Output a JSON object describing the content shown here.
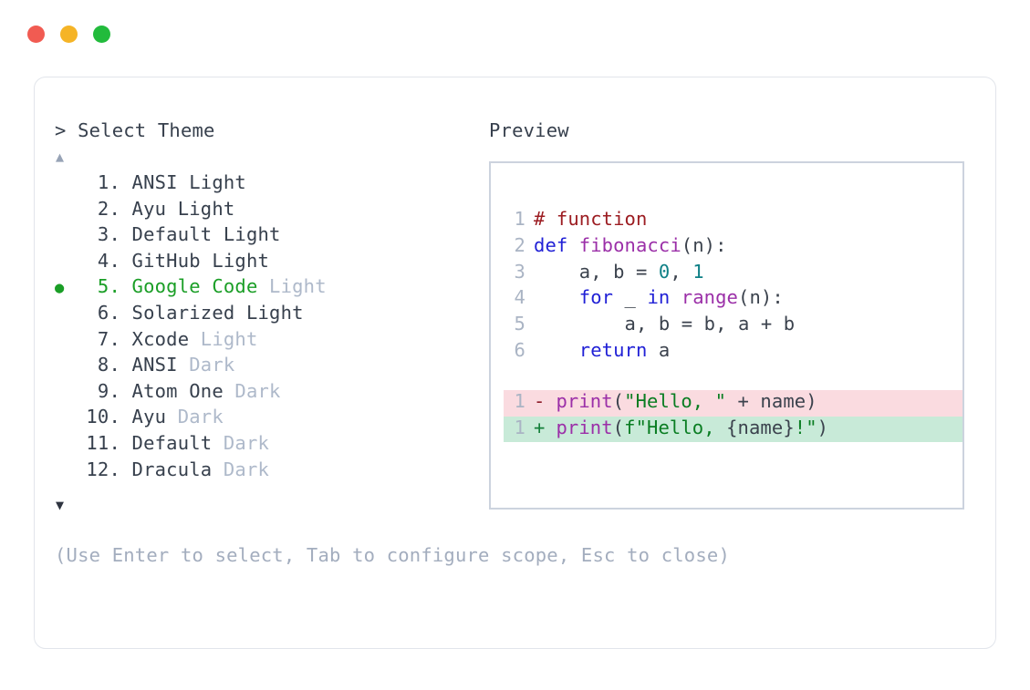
{
  "window": {
    "traffic_lights": [
      {
        "name": "close",
        "color": "#f15b52"
      },
      {
        "name": "minimize",
        "color": "#f5b427"
      },
      {
        "name": "maximize",
        "color": "#22bb3c"
      }
    ]
  },
  "colors": {
    "card_border": "#e2e5eb",
    "preview_border": "#ccd3de",
    "text": "#37404d",
    "muted": "#aeb9ca",
    "hint": "#a3adbe",
    "selected": "#1a9e26",
    "gutter": "#aab4c4",
    "diff_add_bg": "#c8ead8",
    "diff_del_bg": "#fadbe0",
    "comment": "#9c1d22",
    "keyword": "#2121d6",
    "function": "#9b2fa8",
    "number": "#0f8086",
    "string": "#0a7d22"
  },
  "selector": {
    "prompt": "> Select Theme",
    "scroll_up": "▲",
    "scroll_down": "▼",
    "bullet": "●",
    "selected_index": 5,
    "items": [
      {
        "number": "1.",
        "name": "ANSI",
        "suffix": "Light",
        "suffix_muted": false,
        "selected": false
      },
      {
        "number": "2.",
        "name": "Ayu",
        "suffix": "Light",
        "suffix_muted": false,
        "selected": false
      },
      {
        "number": "3.",
        "name": "Default",
        "suffix": "Light",
        "suffix_muted": false,
        "selected": false
      },
      {
        "number": "4.",
        "name": "GitHub",
        "suffix": "Light",
        "suffix_muted": false,
        "selected": false
      },
      {
        "number": "5.",
        "name": "Google Code",
        "suffix": "Light",
        "suffix_muted": true,
        "selected": true
      },
      {
        "number": "6.",
        "name": "Solarized",
        "suffix": "Light",
        "suffix_muted": false,
        "selected": false
      },
      {
        "number": "7.",
        "name": "Xcode",
        "suffix": "Light",
        "suffix_muted": true,
        "selected": false
      },
      {
        "number": "8.",
        "name": "ANSI",
        "suffix": "Dark",
        "suffix_muted": true,
        "selected": false
      },
      {
        "number": "9.",
        "name": "Atom One",
        "suffix": "Dark",
        "suffix_muted": true,
        "selected": false
      },
      {
        "number": "10.",
        "name": "Ayu",
        "suffix": "Dark",
        "suffix_muted": true,
        "selected": false
      },
      {
        "number": "11.",
        "name": "Default",
        "suffix": "Dark",
        "suffix_muted": true,
        "selected": false
      },
      {
        "number": "12.",
        "name": "Dracula",
        "suffix": "Dark",
        "suffix_muted": true,
        "selected": false
      }
    ],
    "hint": "(Use Enter to select, Tab to configure scope, Esc to close)"
  },
  "preview": {
    "label": "Preview",
    "code_lines": [
      {
        "gutter": "1",
        "tokens": [
          {
            "text": "# function",
            "type": "comment"
          }
        ]
      },
      {
        "gutter": "2",
        "tokens": [
          {
            "text": "def ",
            "type": "keyword"
          },
          {
            "text": "fibonacci",
            "type": "func"
          },
          {
            "text": "(n):",
            "type": "plain"
          }
        ]
      },
      {
        "gutter": "3",
        "tokens": [
          {
            "text": "    a, b = ",
            "type": "plain"
          },
          {
            "text": "0",
            "type": "number"
          },
          {
            "text": ", ",
            "type": "plain"
          },
          {
            "text": "1",
            "type": "number"
          }
        ]
      },
      {
        "gutter": "4",
        "tokens": [
          {
            "text": "    ",
            "type": "plain"
          },
          {
            "text": "for",
            "type": "keyword"
          },
          {
            "text": " _ ",
            "type": "plain"
          },
          {
            "text": "in",
            "type": "keyword"
          },
          {
            "text": " ",
            "type": "plain"
          },
          {
            "text": "range",
            "type": "func"
          },
          {
            "text": "(n):",
            "type": "plain"
          }
        ]
      },
      {
        "gutter": "5",
        "tokens": [
          {
            "text": "        a, b = b, a + b",
            "type": "plain"
          }
        ]
      },
      {
        "gutter": "6",
        "tokens": [
          {
            "text": "    ",
            "type": "plain"
          },
          {
            "text": "return",
            "type": "keyword"
          },
          {
            "text": " a",
            "type": "plain"
          }
        ]
      }
    ],
    "diff_lines": [
      {
        "gutter": "1",
        "marker": "-",
        "kind": "minus",
        "tokens": [
          {
            "text": " ",
            "type": "plain"
          },
          {
            "text": "print",
            "type": "func"
          },
          {
            "text": "(",
            "type": "plain"
          },
          {
            "text": "\"Hello, \"",
            "type": "string"
          },
          {
            "text": " + name)",
            "type": "plain"
          }
        ]
      },
      {
        "gutter": "1",
        "marker": "+",
        "kind": "plus",
        "tokens": [
          {
            "text": " ",
            "type": "plain"
          },
          {
            "text": "print",
            "type": "func"
          },
          {
            "text": "(",
            "type": "plain"
          },
          {
            "text": "f\"Hello, ",
            "type": "string"
          },
          {
            "text": "{name}",
            "type": "plain"
          },
          {
            "text": "!\"",
            "type": "string"
          },
          {
            "text": ")",
            "type": "plain"
          }
        ]
      }
    ]
  }
}
